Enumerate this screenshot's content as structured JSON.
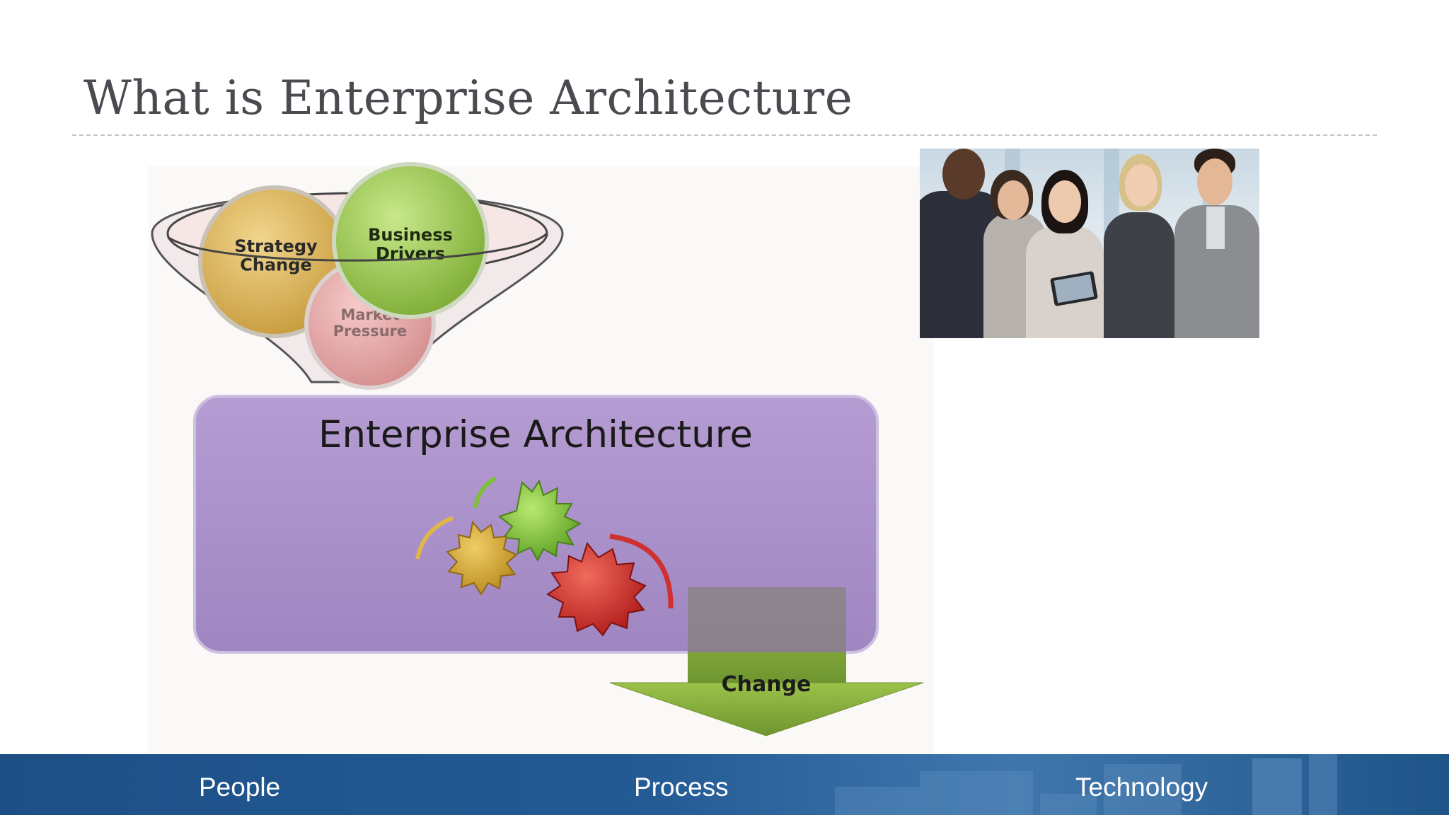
{
  "slide": {
    "title": "What is Enterprise Architecture"
  },
  "diagram": {
    "funnel_inputs": [
      "Strategy Change",
      "Business Drivers",
      "Market Pressure"
    ],
    "core_label": "Enterprise Architecture",
    "output_label": "Change"
  },
  "footer": {
    "labels": [
      "People",
      "Process",
      "Technology"
    ]
  },
  "colors": {
    "footer_band": "#245b95",
    "core_box": "#a48cc6",
    "strategy_bubble": "#d7b15e",
    "business_bubble": "#9cc94f",
    "market_bubble": "#e3a3a3",
    "change_arrow": "#8aae3c"
  }
}
